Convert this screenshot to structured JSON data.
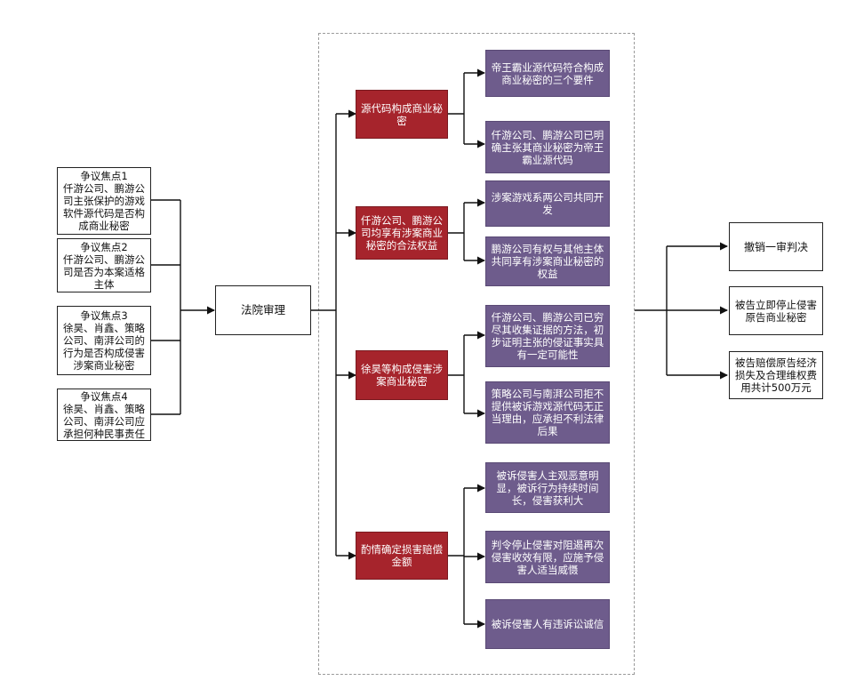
{
  "colors": {
    "red": "#a6242c",
    "purple": "#6e5c8c",
    "line": "#111111"
  },
  "issues": [
    "争议焦点1\n仟游公司、鹏游公司主张保护的游戏软件源代码是否构成商业秘密",
    "争议焦点2\n仟游公司、鹏游公司是否为本案适格主体",
    "争议焦点3\n徐昊、肖鑫、策略公司、南湃公司的行为是否构成侵害涉案商业秘密",
    "争议焦点4\n徐昊、肖鑫、策略公司、南湃公司应承担何种民事责任"
  ],
  "court": "法院审理",
  "findings": [
    {
      "label": "源代码构成商业秘密",
      "reasons": [
        "帝王霸业源代码符合构成商业秘密的三个要件",
        "仟游公司、鹏游公司已明确主张其商业秘密为帝王霸业源代码"
      ]
    },
    {
      "label": "仟游公司、鹏游公司均享有涉案商业秘密的合法权益",
      "reasons": [
        "涉案游戏系两公司共同开发",
        "鹏游公司有权与其他主体共同享有涉案商业秘密的权益"
      ]
    },
    {
      "label": "徐昊等构成侵害涉案商业秘密",
      "reasons": [
        "仟游公司、鹏游公司已穷尽其收集证据的方法，初步证明主张的侵证事实具有一定可能性",
        "策略公司与南湃公司拒不提供被诉游戏源代码无正当理由，应承担不利法律后果"
      ]
    },
    {
      "label": "酌情确定损害赔偿金额",
      "reasons": [
        "被诉侵害人主观恶意明显，被诉行为持续时间长，侵害获利大",
        "判令停止侵害对阻遏再次侵害收效有限，应施予侵害人适当威慑",
        "被诉侵害人有违诉讼诚信"
      ]
    }
  ],
  "outcomes": [
    "撤销一审判决",
    "被告立即停止侵害原告商业秘密",
    "被告赔偿原告经济损失及合理维权费用共计500万元"
  ]
}
